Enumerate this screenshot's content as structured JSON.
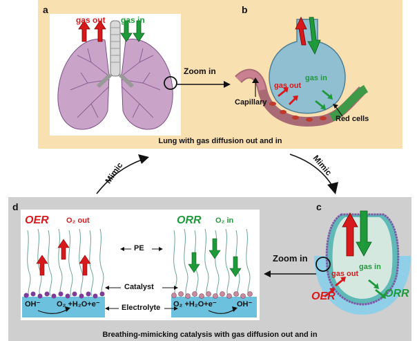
{
  "panel_a": {
    "letter": "a",
    "gas_out": "gas out",
    "gas_in": "gas in"
  },
  "panel_b": {
    "letter": "b",
    "gas_in": "gas in",
    "gas_out": "gas out",
    "capillary": "Capillary",
    "red_cells": "Red cells"
  },
  "zoom_top": "Zoom in",
  "caption_top": "Lung with gas diffusion out and in",
  "mimic_left": "Mimic",
  "mimic_right": "Mimic",
  "panel_d": {
    "letter": "d",
    "oer": "OER",
    "o2_out": "O₂ out",
    "orr": "ORR",
    "o2_in": "O₂ in",
    "pe": "PE",
    "catalyst": "Catalyst",
    "electrolyte": "Electrolyte",
    "left_eq_ion": "OH⁻",
    "left_eq_rhs": "O₂ +H₂O+e⁻",
    "right_eq_lhs": "O₂ +H₂O+e⁻",
    "right_eq_ion": "OH⁻"
  },
  "panel_c": {
    "letter": "c",
    "gas_in": "gas in",
    "gas_out": "gas out",
    "oer": "OER",
    "orr": "ORR"
  },
  "zoom_bottom": "Zoom in",
  "caption_bottom": "Breathing-mimicking catalysis with gas diffusion out and in",
  "colors": {
    "top_panel": "#f9e0b0",
    "bottom_panel": "#cfcfcf",
    "red": "#d7191c",
    "green": "#1f9a3a"
  }
}
